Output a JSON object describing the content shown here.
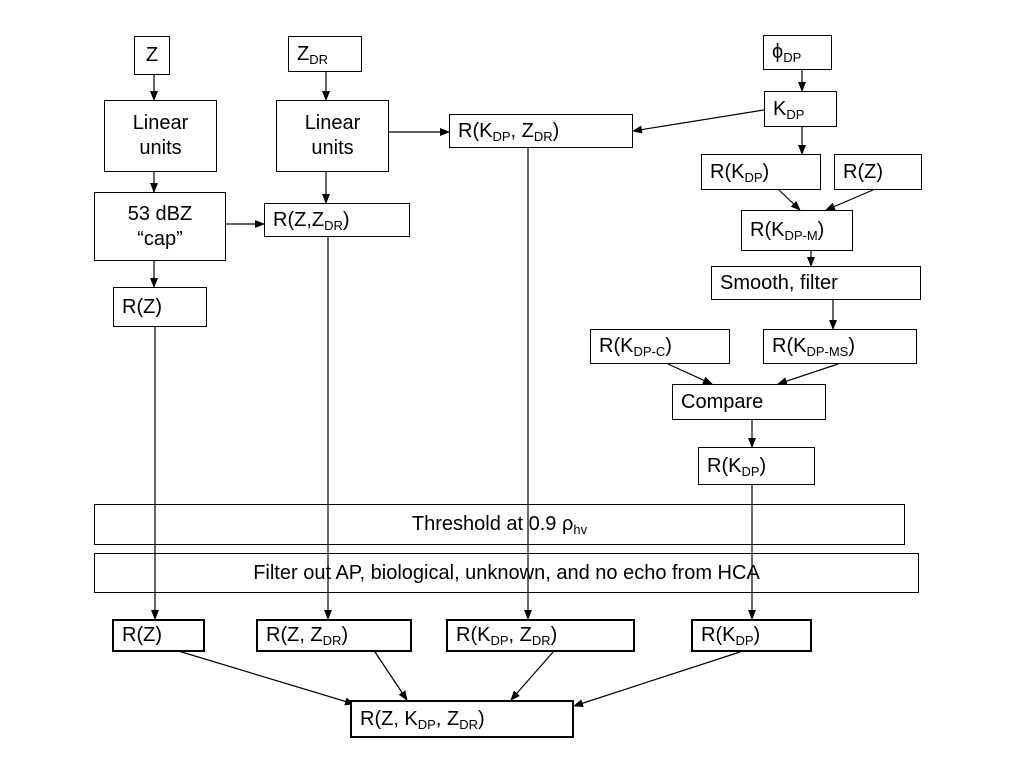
{
  "inputs": {
    "z": "Z",
    "zdr": {
      "main": "Z",
      "sub": "DR"
    },
    "phidp": {
      "main": "ϕ",
      "sub": "DP"
    }
  },
  "col1": {
    "linear_units_line1": "Linear",
    "linear_units_line2": "units",
    "cap_line1": "53 dBZ",
    "cap_line2": "“cap”",
    "rz": "R(Z)"
  },
  "col2": {
    "linear_units_line1": "Linear",
    "linear_units_line2": "units",
    "rzzdr": {
      "a": "R(Z,Z",
      "sub": "DR",
      "b": ")"
    }
  },
  "col3": {
    "rkdpzdr": {
      "a": "R(K",
      "sub1": "DP",
      "b": ", Z",
      "sub2": "DR",
      "c": ")"
    }
  },
  "col4": {
    "kdp": {
      "main": "K",
      "sub": "DP"
    },
    "rkdp": {
      "a": "R(K",
      "sub": "DP",
      "b": ")"
    },
    "rz": "R(Z)",
    "rkdpm": {
      "a": "R(K",
      "sub": "DP-M",
      "b": ")"
    },
    "smooth": "Smooth, filter",
    "rkdpc": {
      "a": "R(K",
      "sub": "DP-C",
      "b": ")"
    },
    "rkdpms": {
      "a": "R(K",
      "sub": "DP-MS",
      "b": ")"
    },
    "compare": "Compare",
    "rkdp_out": {
      "a": "R(K",
      "sub": "DP",
      "b": ")"
    }
  },
  "filters": {
    "threshold": {
      "a": "Threshold at 0.9 ρ",
      "sub": "hv"
    },
    "hca": "Filter out AP, biological, unknown, and no echo from HCA"
  },
  "outputs": {
    "rz": "R(Z)",
    "rzzdr": {
      "a": "R(Z, Z",
      "sub": "DR",
      "b": ")"
    },
    "rkdpzdr": {
      "a": "R(K",
      "sub1": "DP",
      "b": ", Z",
      "sub2": "DR",
      "c": ")"
    },
    "rkdp": {
      "a": "R(K",
      "sub": "DP",
      "b": ")"
    }
  },
  "final": {
    "a": "R(Z, K",
    "sub1": "DP",
    "b": ", Z",
    "sub2": "DR",
    "c": ")"
  }
}
